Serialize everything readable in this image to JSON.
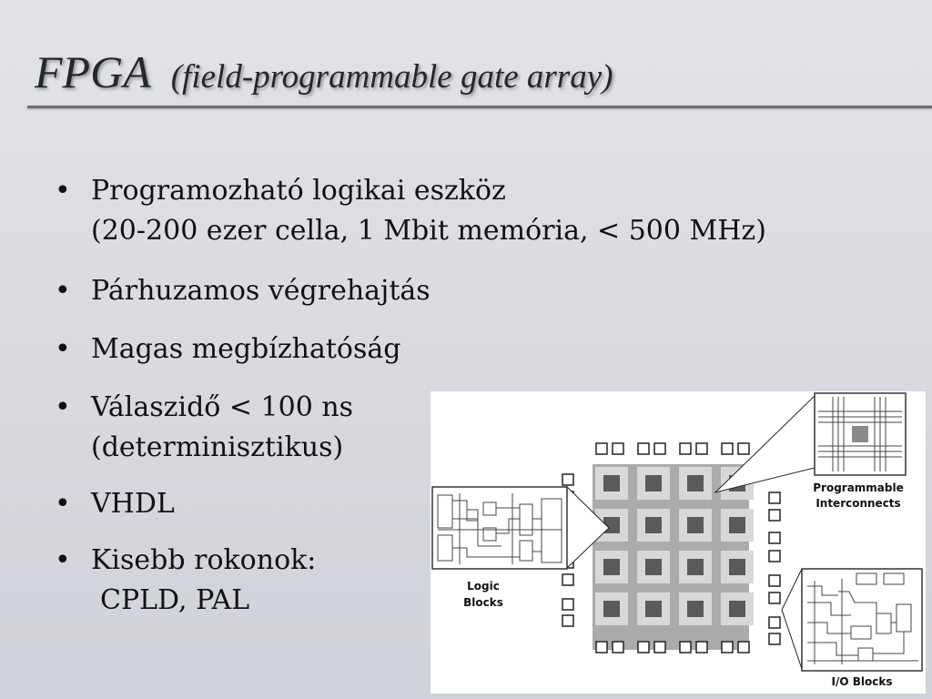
{
  "slide": {
    "title_main": "FPGA",
    "title_sub": "(field-programmable gate array)"
  },
  "bullets": [
    {
      "lines": [
        "Programozható logikai eszköz",
        "(20-200 ezer cella, 1 Mbit memória, < 500 MHz)"
      ]
    },
    {
      "lines": [
        "Párhuzamos végrehajtás"
      ]
    },
    {
      "lines": [
        "Magas megbízhatóság"
      ]
    },
    {
      "lines": [
        "Válaszidő < 100 ns",
        "(determinisztikus)"
      ]
    },
    {
      "lines": [
        "VHDL"
      ]
    },
    {
      "lines": [
        "Kisebb rokonok:",
        "CPLD, PAL"
      ]
    }
  ],
  "diagram": {
    "labels": {
      "programmable_1": "Programmable",
      "programmable_2": "Interconnects",
      "logic_1": "Logic",
      "logic_2": "Blocks",
      "io": "I/O Blocks"
    }
  }
}
